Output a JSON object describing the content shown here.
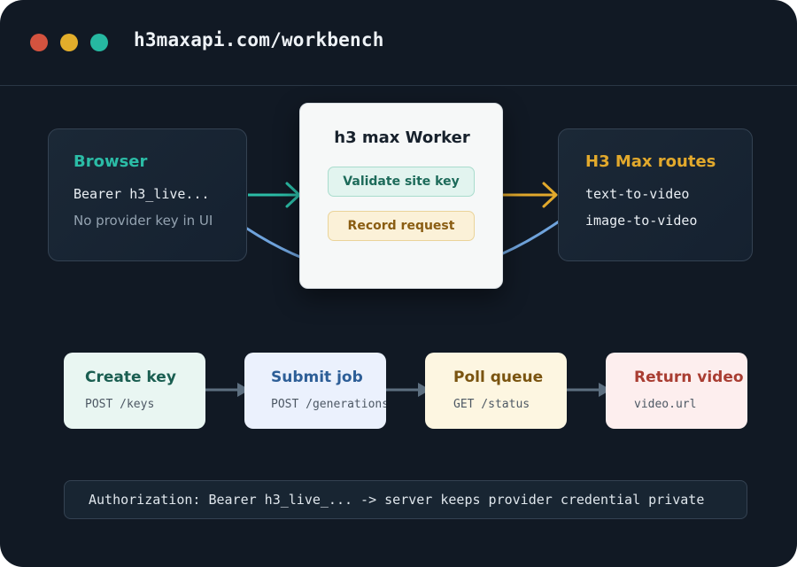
{
  "window": {
    "url": "h3maxapi.com/workbench",
    "controls": [
      "close",
      "minimize",
      "zoom"
    ]
  },
  "flow": {
    "browser": {
      "title": "Browser",
      "line1": "Bearer h3_live...",
      "line2": "No provider key in UI",
      "color": "#2bbca6"
    },
    "worker": {
      "title": "h3 max Worker",
      "validate_label": "Validate site key",
      "record_label": "Record request"
    },
    "routes": {
      "title": "H3 Max routes",
      "line1": "text-to-video",
      "line2": "image-to-video",
      "color": "#e2a92c"
    },
    "arrow_colors": {
      "request": "#2bbca6",
      "forward": "#e2a92c",
      "return": "#6fa3dc"
    }
  },
  "steps": [
    {
      "title": "Create key",
      "code": "POST /keys",
      "bg": "#e9f6f2",
      "title_color": "#1a5e51"
    },
    {
      "title": "Submit job",
      "code": "POST /generations",
      "bg": "#ebf1fd",
      "title_color": "#2d5e97"
    },
    {
      "title": "Poll queue",
      "code": "GET /status",
      "bg": "#fdf6e1",
      "title_color": "#7a5410"
    },
    {
      "title": "Return video",
      "code": "video.url",
      "bg": "#fdeeee",
      "title_color": "#a93d32"
    }
  ],
  "footer": {
    "text": "Authorization: Bearer h3_live_... -> server keeps provider credential private"
  }
}
